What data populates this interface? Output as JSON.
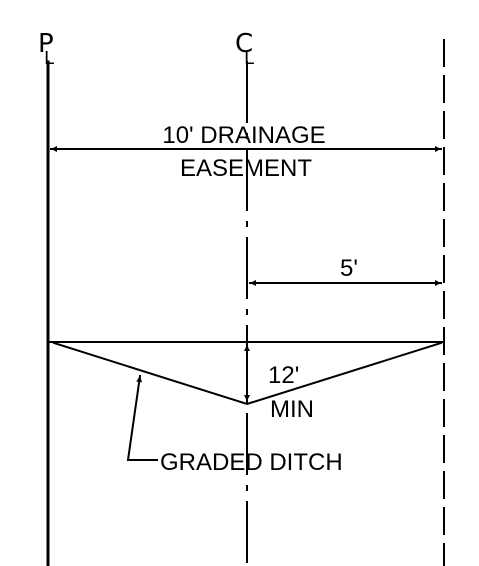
{
  "drawing": {
    "symbols": {
      "property_line": "P",
      "property_line_sub": "L",
      "centerline": "C",
      "centerline_sub": "L"
    },
    "labels": {
      "easement_line1": "10' DRAINAGE",
      "easement_line2": "EASEMENT",
      "half_width": "5'",
      "depth_line1": "12'",
      "depth_line2": "MIN",
      "ditch": "GRADED DITCH"
    },
    "colors": {
      "ink": "#000000",
      "paper": "#ffffff"
    }
  }
}
